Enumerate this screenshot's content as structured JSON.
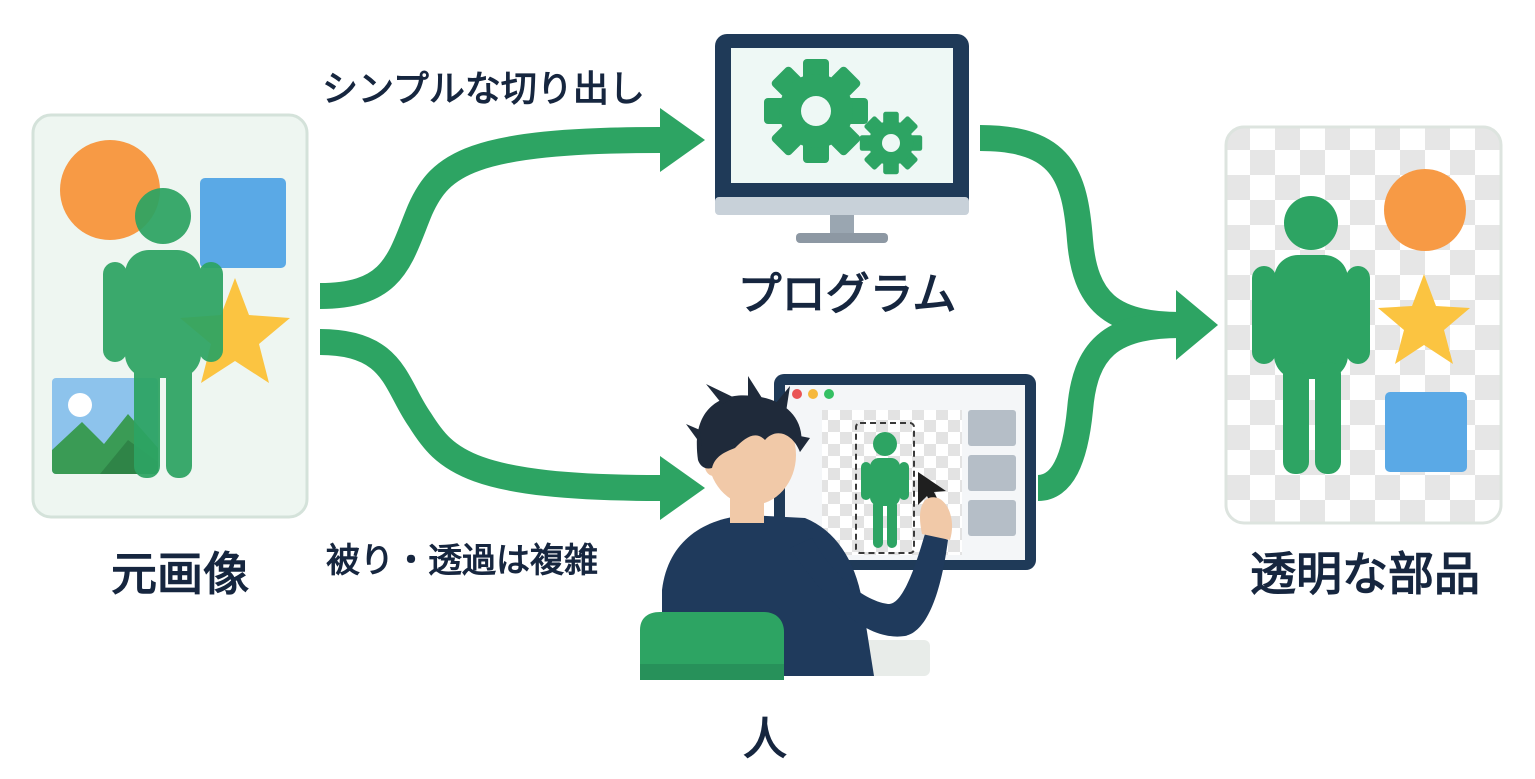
{
  "labels": {
    "source": "元画像",
    "program": "プログラム",
    "result": "透明な部品",
    "human": "人",
    "simple_route": "シンプルな切り出し",
    "complex_route": "被り・透過は複雑"
  },
  "icons": {
    "source_card": [
      "circle-icon",
      "square-icon",
      "person-icon",
      "star-icon",
      "landscape-photo-icon"
    ],
    "program": [
      "monitor-icon",
      "gear-icon"
    ],
    "human": [
      "person-at-computer-icon",
      "cursor-icon",
      "chair-icon"
    ],
    "result_card": [
      "checkerboard-transparency-icon",
      "person-icon",
      "circle-icon",
      "star-icon",
      "square-icon"
    ]
  },
  "colors": {
    "flow_arrow": "#2da463",
    "person_shape": "#2da463",
    "circle_shape": "#f79a45",
    "square_shape": "#5aa9e6",
    "star_shape": "#fbc441",
    "text": "#16263f",
    "monitor_frame": "#1f3a58"
  }
}
